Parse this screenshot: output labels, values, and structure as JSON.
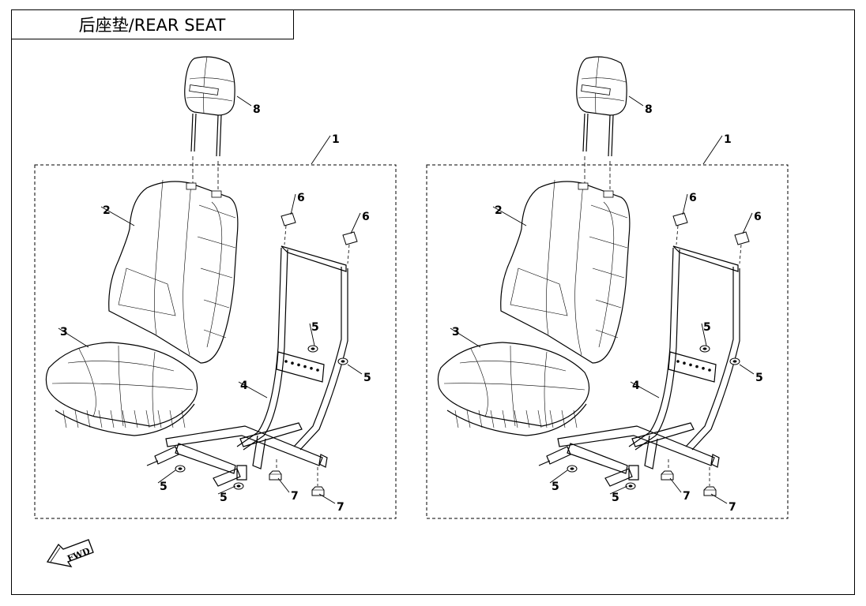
{
  "title": "后座垫/REAR SEAT",
  "fwd_label": "FWD",
  "panels": [
    {
      "callouts": [
        "1",
        "2",
        "3",
        "4",
        "5",
        "5",
        "5",
        "5",
        "6",
        "6",
        "7",
        "7",
        "8"
      ]
    },
    {
      "callouts": [
        "1",
        "2",
        "3",
        "4",
        "5",
        "5",
        "5",
        "5",
        "6",
        "6",
        "7",
        "7",
        "8"
      ]
    }
  ]
}
